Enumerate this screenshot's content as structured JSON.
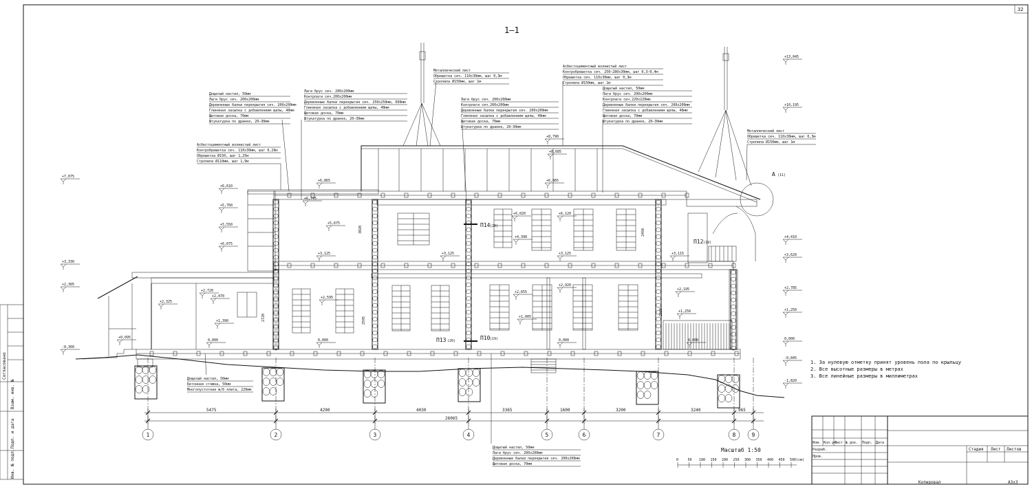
{
  "sheet": {
    "number": "32",
    "section_title": "1–1",
    "scale_label": "Масштаб 1:50",
    "scale_ticks": [
      "0",
      "50",
      "100",
      "150",
      "200",
      "250",
      "300",
      "350",
      "400",
      "450",
      "500(см)"
    ],
    "copy_label": "Копировал",
    "format_label": "А3х3"
  },
  "side_stamp": [
    "Согласовано",
    "Взам. инв. №",
    "Подп. и дата",
    "Инв. № подл."
  ],
  "title_block": {
    "headers": [
      "Изм.",
      "Кол.уч",
      "Лист",
      "№ док.",
      "Подп.",
      "Дата"
    ],
    "rows": [
      "Разраб.",
      "Пров."
    ],
    "stage_headers": [
      "Стадия",
      "Лист",
      "Листов"
    ]
  },
  "elev_left": [
    "+7,075",
    "+3,330",
    "+2,305",
    "-0,360"
  ],
  "elev_right": [
    "+13,045",
    "+10,195",
    "+4,410",
    "+3,620",
    "+2,785",
    "+1,250",
    "0,000",
    "-0,845",
    "-1,820"
  ],
  "elev_inner": [
    {
      "t": "+6,610"
    },
    {
      "t": "+5,760"
    },
    {
      "t": "+5,550"
    },
    {
      "t": "+6,075"
    },
    {
      "t": "+6,865"
    },
    {
      "t": "+6,745"
    },
    {
      "t": "+5,675"
    },
    {
      "t": "+8,790"
    },
    {
      "t": "+8,685"
    },
    {
      "t": "+6,865"
    },
    {
      "t": "+6,020"
    },
    {
      "t": "+6,120"
    },
    {
      "t": "+4,390"
    },
    {
      "t": "+3,125"
    },
    {
      "t": "+3,125"
    },
    {
      "t": "+3,125"
    },
    {
      "t": "+3,115"
    },
    {
      "t": "+2,720"
    },
    {
      "t": "+2,470"
    },
    {
      "t": "+2,325"
    },
    {
      "t": "+2,595"
    },
    {
      "t": "+2,655"
    },
    {
      "t": "+2,920"
    },
    {
      "t": "+2,195"
    },
    {
      "t": "+1,390"
    },
    {
      "t": "+1,005"
    },
    {
      "t": "+1,250"
    },
    {
      "t": "+0,095"
    },
    {
      "t": "0,000"
    },
    {
      "t": "0,000"
    },
    {
      "t": "0,000"
    },
    {
      "t": "0,000"
    }
  ],
  "heights": [
    "3020",
    "2720",
    "2595",
    "2450",
    "2330"
  ],
  "marks": [
    "П14",
    "(20)",
    "П12",
    "(19)",
    "П13",
    "(20)",
    "П10",
    "(19)",
    "А",
    "(11)"
  ],
  "callouts": [
    {
      "lines": [
        "Металлический лист",
        "Обрешетка сеч. 110х30мм, шаг 0,3м",
        "Стропила Ø150мм, шаг 1м"
      ]
    },
    {
      "lines": [
        "Асбестоцементный волнистый лист",
        "Контробрешетка сеч. 250–280х30мм, шаг 0,3–0,4м",
        "Обрешетка сеч. 110х30мм, шаг 0,3м",
        "Стропила Ø150мм, шаг 1м"
      ]
    },
    {
      "lines": [
        "Дощатый настил, 50мм",
        "Лаги брус сеч. 200х200мм",
        "Деревянные балки перекрытия сеч. 200х200мм",
        "Глиняная засыпка с добавлением щепы, 40мм",
        "Щитовая доска, 70мм",
        "Штукатурка по дранке, 20–30мм"
      ]
    },
    {
      "lines": [
        "Лаги брус сеч. 200х200мм",
        "Контрлаги сеч.200х200мм",
        "Деревянные балки перекрытия сеч. 250х250мм, 600мм",
        "Глиняная засыпка с добавлением щепы, 40мм",
        "Щитовая доска, 70мм",
        "Штукатурка по дранке, 20–30мм"
      ]
    },
    {
      "lines": [
        "Лаги брус сеч. 200х200мм",
        "Контрлаги сеч.200х200мм",
        "Деревянные балки перекрытия сеч. 200х200мм",
        "Глиняная засыпка с добавлением щепы, 40мм",
        "Щитовая доска, 70мм",
        "Штукатурка по дранке, 20–30мм"
      ]
    },
    {
      "lines": [
        "Дощатый настил, 50мм",
        "Лаги брус сеч. 200х200мм",
        "Контрлаги сеч.220х220мм",
        "Деревянные балки перекрытия сеч. 200х200мм",
        "Глиняная засыпка с добавлением щепы, 40мм",
        "Щитовая доска, 70мм",
        "Штукатурка по дранке, 20–30мм"
      ]
    },
    {
      "lines": [
        "Асбестоцементный волнистый лист",
        "Контробрешетка сеч. 110х30мм, шаг 0,29м",
        "Обрешетка Ø150, шаг 1,25м",
        "Стропила Ø110мм, шаг 1,9м"
      ]
    },
    {
      "lines": [
        "Металлический лист",
        "Обрешетка сеч. 110х30мм, шаг 0,3м",
        "Стропила Ø150мм, шаг 1м"
      ]
    },
    {
      "lines": [
        "Дощатый настил, 50мм",
        "Бетонная стяжка, 50мм",
        "Многопустотная ж/б плита, 220мм"
      ]
    },
    {
      "lines": [
        "Дощатый настил, 50мм",
        "Лаги брус сеч. 200х200мм",
        "Деревянные балки перекрытия сеч. 200х200мм",
        "Щитовая доска, 70мм"
      ]
    }
  ],
  "notes": [
    "1.   За нулевую отметку принят уровень пола по крыльцу",
    "2.   Все высотные размеры в метрах",
    "3.   Все линейные размеры в миллиметрах"
  ],
  "dims": [
    "5475",
    "4290",
    "4030",
    "3365",
    "1600",
    "3200",
    "3240",
    "965"
  ],
  "dim_total": "26065",
  "axes": [
    "1",
    "2",
    "3",
    "4",
    "5",
    "6",
    "7",
    "8",
    "9"
  ]
}
